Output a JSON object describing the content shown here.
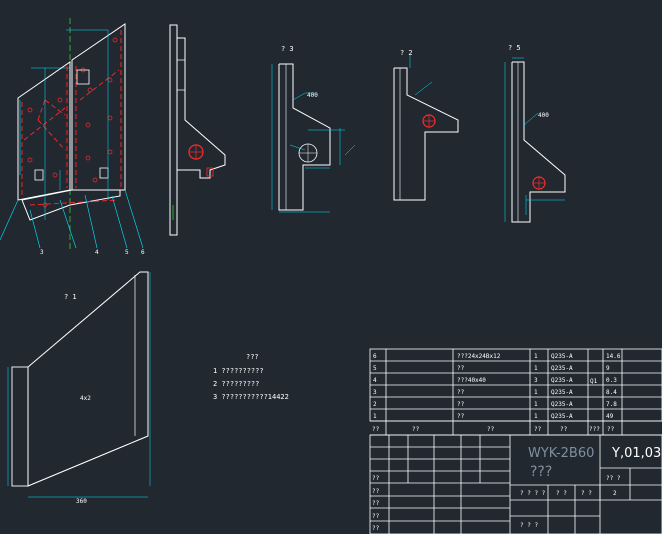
{
  "view_labels": {
    "v1": "? 1",
    "v2": "? 2",
    "v3": "? 3",
    "v5": "? 5"
  },
  "notes": {
    "title": "???",
    "items": [
      "1 ??????????",
      "2 ?????????",
      "3 ???????????14422"
    ]
  },
  "balloons": [
    "3",
    "4",
    "5",
    "6"
  ],
  "dimensions": {
    "v3_tag": "400",
    "v5_tag": "400",
    "v1_center": "4x2",
    "v1_bottom": "360"
  },
  "title_block": {
    "drawing_name": "WYK-2B60",
    "drawing_code": "Y,01,03",
    "part_name": "???",
    "sheet": "2",
    "footer": [
      "? ? ? ?",
      "? ?",
      "? ?",
      "?? ?",
      "? ? ?"
    ],
    "header_row": [
      "??",
      "??",
      "??",
      "??",
      "??",
      "???",
      "??"
    ],
    "left_rows": [
      "??",
      "??",
      "??",
      "??",
      "??"
    ]
  },
  "parts_list": [
    {
      "no": "6",
      "name": "???24x24Bx12",
      "qty": "1",
      "material": "Q235-A",
      "weight": "14.6"
    },
    {
      "no": "5",
      "name": "??",
      "qty": "1",
      "material": "Q235-A",
      "weight": "9"
    },
    {
      "no": "4",
      "name": "???40x40",
      "qty": "3",
      "material": "Q235-A",
      "weight": "0.3"
    },
    {
      "no": "3",
      "name": "??",
      "qty": "1",
      "material": "Q235-A",
      "weight": "8.4"
    },
    {
      "no": "2",
      "name": "??",
      "qty": "1",
      "material": "Q235-A",
      "weight": "7.8"
    },
    {
      "no": "1",
      "name": "??",
      "qty": "1",
      "material": "Q235-A",
      "weight": "49"
    }
  ],
  "aux_labels": {
    "q1": "Q1"
  },
  "colors": {
    "background": "#212830",
    "part_line": "#ffffff",
    "dimension": "#00e5ff",
    "red_line": "#ff2a2a",
    "frame": "#ffffff"
  }
}
